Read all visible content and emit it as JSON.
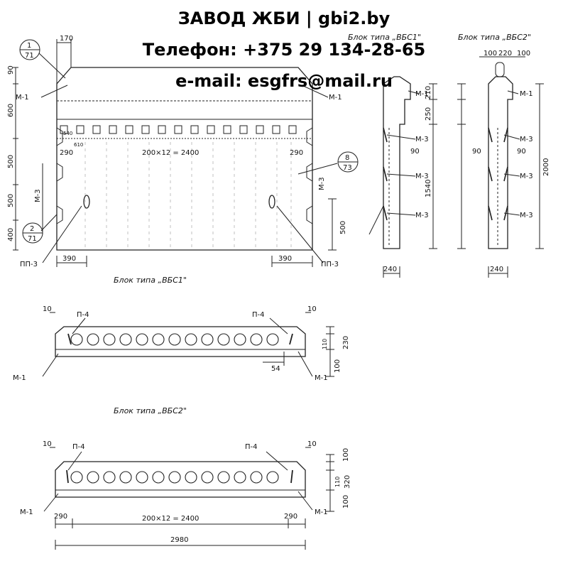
{
  "header": {
    "line1": "ЗАВОД ЖБИ | gbi2.by",
    "line2": "Телефон: +375 29 134-28-65",
    "line3": "e-mail: esgfrs@mail.ru"
  },
  "titles": {
    "front_view": "Блок типа „ВБС1\"",
    "plan_vbs2": "Блок типа „ВБС2\"",
    "side_vbs1": "Блок типа „ВБС1\"",
    "side_vbs2": "Блок типа „ВБС2\""
  },
  "dims": {
    "d170": "170",
    "d90": "90",
    "d600": "600",
    "d500a": "500",
    "d500b": "500",
    "d400": "400",
    "d390l": "390",
    "d390r": "390",
    "d290l": "290",
    "d290r": "290",
    "d500c": "500",
    "grid": "200×12 = 2400",
    "d540": "540",
    "d610": "610",
    "s100a": "100",
    "s220": "220",
    "s100b": "100",
    "s210": "210",
    "s250": "250",
    "s1540": "1540",
    "s2000": "2000",
    "s90a": "90",
    "s90b": "90",
    "s90c": "90",
    "s240a": "240",
    "s240b": "240",
    "p10a": "10",
    "p10b": "10",
    "p110": "110",
    "p230": "230",
    "p100": "100",
    "p54": "54",
    "q10a": "10",
    "q10b": "10",
    "q100a": "100",
    "q110": "110",
    "q320": "320",
    "q100b": "100",
    "q290l": "290",
    "q290r": "290",
    "q2400": "200×12 = 2400",
    "q2980": "2980"
  },
  "labels": {
    "m1_tl": "М-1",
    "m1_tr": "М-1",
    "m3_left": "М-3",
    "m3_right": "М-3",
    "pp3_l": "ПП-3",
    "pp3_r": "ПП-3",
    "m1_s1": "М-1",
    "m3_s1a": "М-3",
    "m3_s1b": "М-3",
    "m3_s1c": "М-3",
    "m1_s2": "М-1",
    "m3_s2a": "М-3",
    "m3_s2b": "М-3",
    "m3_s2c": "М-3",
    "p4_l": "П-4",
    "p4_r": "П-4",
    "m1_pl": "М-1",
    "m1_pr": "М-1",
    "p4_l2": "П-4",
    "p4_r2": "П-4",
    "m1_ql": "М-1",
    "m1_qr": "М-1",
    "c1_top": "1",
    "c1_bot": "71",
    "c2_top": "2",
    "c2_bot": "71",
    "c8_top": "8",
    "c8_bot": "73"
  }
}
